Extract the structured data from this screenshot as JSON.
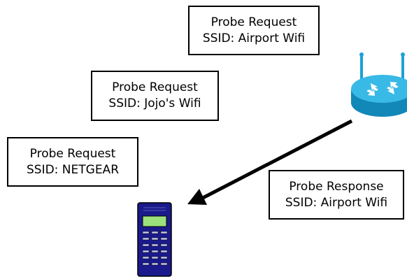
{
  "diagram": {
    "probe_requests": [
      {
        "title": "Probe Request",
        "ssid": "SSID: Airport Wifi"
      },
      {
        "title": "Probe Request",
        "ssid": "SSID: Jojo's Wifi"
      },
      {
        "title": "Probe Request",
        "ssid": "SSID: NETGEAR"
      }
    ],
    "probe_response": {
      "title": "Probe Response",
      "ssid": "SSID: Airport Wifi"
    },
    "icons": [
      "router-icon",
      "mobile-phone-icon",
      "arrow-icon"
    ],
    "colors": {
      "router_body": "#1ba1d6",
      "router_top": "#38b9e6",
      "phone_body": "#1a1a8c",
      "phone_screen": "#9be07a",
      "stroke": "#000000"
    }
  }
}
